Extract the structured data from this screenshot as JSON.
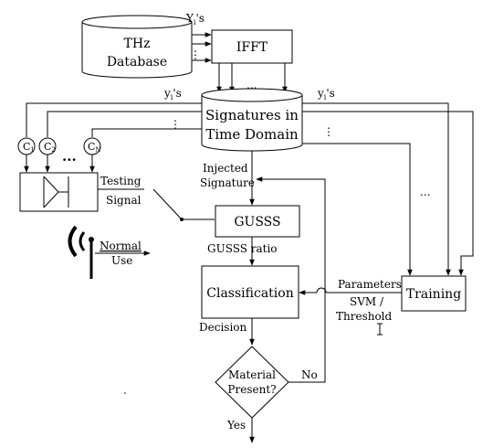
{
  "nodes": {
    "database": {
      "line1": "THz",
      "line2": "Database"
    },
    "yi_top": "Y",
    "yi_top_sub": "i",
    "yi_top_suffix": "'s",
    "ifft": "IFFT",
    "signatures": {
      "line1": "Signatures in",
      "line2": "Time Domain"
    },
    "yi_left": "y",
    "yi_left_sub": "i",
    "yi_left_suffix": "'s",
    "yi_right": "y",
    "yi_right_sub": "i",
    "yi_right_suffix": "'s",
    "c1": "C",
    "c1_sub": "1",
    "c2": "C",
    "c2_sub": "2",
    "cn": "C",
    "cn_sub": "N",
    "testing": {
      "line1": "Testing",
      "line2": "Signal"
    },
    "normal_use": {
      "line1": "Normal",
      "line2": "Use"
    },
    "injected": {
      "line1": "Injected",
      "line2": "Signature"
    },
    "gusss": "GUSSS",
    "gusss_ratio": "GUSSS  ratio",
    "classification": "Classification",
    "parameters": "Parameters",
    "svm": {
      "line1": "SVM /",
      "line2": "Threshold"
    },
    "training": "Training",
    "decision": "Decision",
    "material": {
      "line1": "Material",
      "line2": "Present?"
    },
    "no": "No",
    "yes": "Yes",
    "dots": "...",
    "vdots": "⋮"
  }
}
